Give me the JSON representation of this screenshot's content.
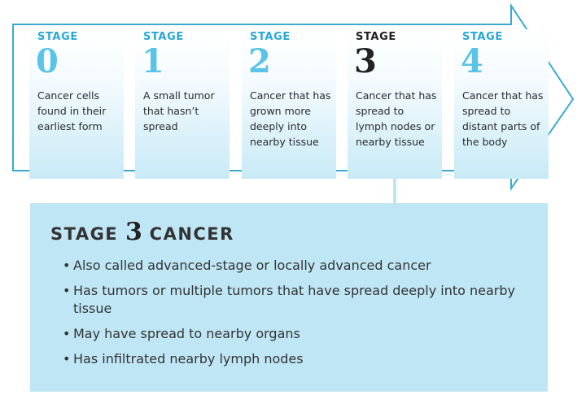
{
  "stages": [
    {
      "label": "STAGE",
      "number": "0",
      "description": "Cancer cells found in their earliest form",
      "active": false
    },
    {
      "label": "STAGE",
      "number": "1",
      "description": "A small tumor that hasn’t spread",
      "active": false
    },
    {
      "label": "STAGE",
      "number": "2",
      "description": "Cancer that has grown more deeply into nearby tissue",
      "active": false
    },
    {
      "label": "STAGE",
      "number": "3",
      "description": "Cancer that has spread to lymph nodes or nearby tissue",
      "active": true
    },
    {
      "label": "STAGE",
      "number": "4",
      "description": "Cancer that has spread to distant parts of the body",
      "active": false
    }
  ],
  "detail": {
    "title_prefix": "STAGE ",
    "title_number": "3",
    "title_suffix": " CANCER",
    "bullet_glyph": "•",
    "items": [
      "Also called advanced-stage or locally advanced cancer",
      "Has tumors or multiple tumors that have spread deeply into nearby tissue",
      "May have spread to nearby organs",
      "Has infiltrated nearby lymph nodes"
    ]
  },
  "colors": {
    "arrow_outline": "#3aa9d6",
    "stage_accent": "#2aa7d8",
    "active_stage": "#222222",
    "detail_background": "#bfe6f5"
  }
}
